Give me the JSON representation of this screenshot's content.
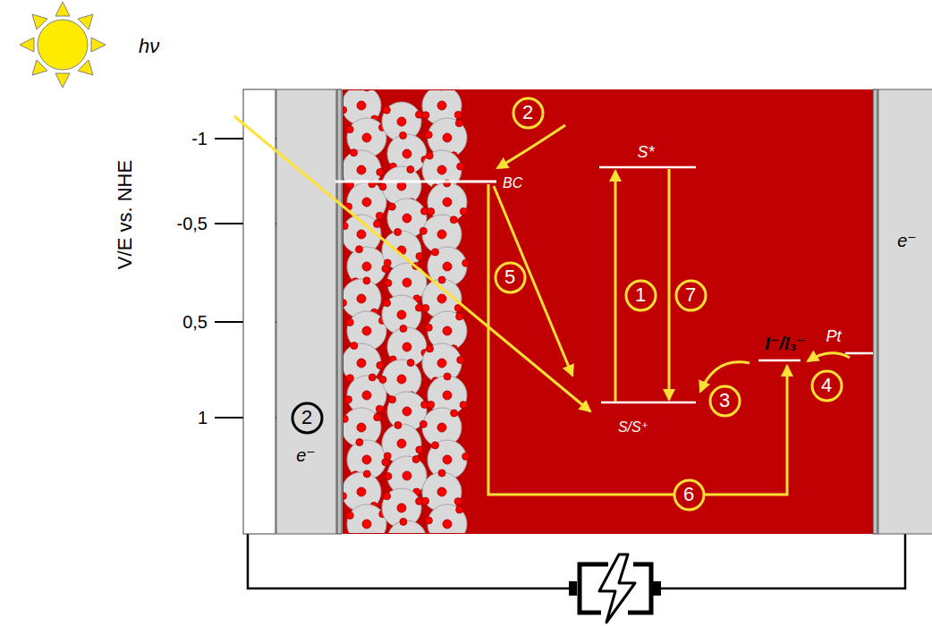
{
  "diagram": {
    "nodes": [
      {
        "text": [
          "e⁻"
        ]
      },
      {
        "text": [
          "2"
        ],
        "in": 0
      },
      {
        "text": [
          "2"
        ]
      },
      {
        "text": [
          "5"
        ]
      },
      {
        "text": [
          "1"
        ]
      },
      {
        "text": [
          "7"
        ]
      },
      {
        "text": [
          "3"
        ]
      },
      {
        "text": [
          "4"
        ]
      },
      {
        "text": [
          "6"
        ]
      },
      {
        "text": [
          "e⁻"
        ]
      }
    ],
    "labels": [
      "hν",
      "-1",
      "S*",
      "BC",
      "-0,5",
      "V/E vs. NHE",
      "0,5",
      "Pt",
      "I⁻/I₃⁻",
      "1",
      "S/S⁺"
    ]
  }
}
